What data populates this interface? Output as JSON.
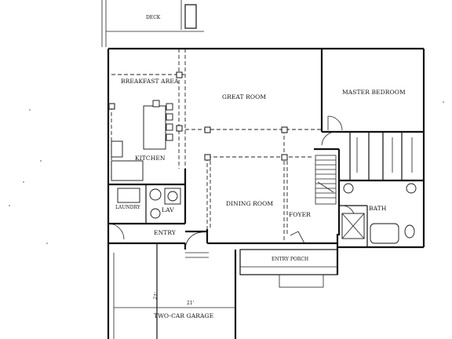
{
  "plan": {
    "rooms": {
      "deck": "DECK",
      "breakfast": "BREAKFAST AREA",
      "great_room": "GREAT ROOM",
      "master_bedroom": "MASTER BEDROOM",
      "kitchen": "KITCHEN",
      "laundry": "LAUNDRY",
      "lav": "LAV",
      "entry": "ENTRY",
      "dining_room": "DINING ROOM",
      "foyer": "FOYER",
      "bath": "BATH",
      "entry_porch": "ENTRY PORCH",
      "garage": "TWO-CAR GARAGE"
    },
    "dimension_marks": {
      "garage_left": "21'",
      "garage_center": "21'"
    }
  }
}
